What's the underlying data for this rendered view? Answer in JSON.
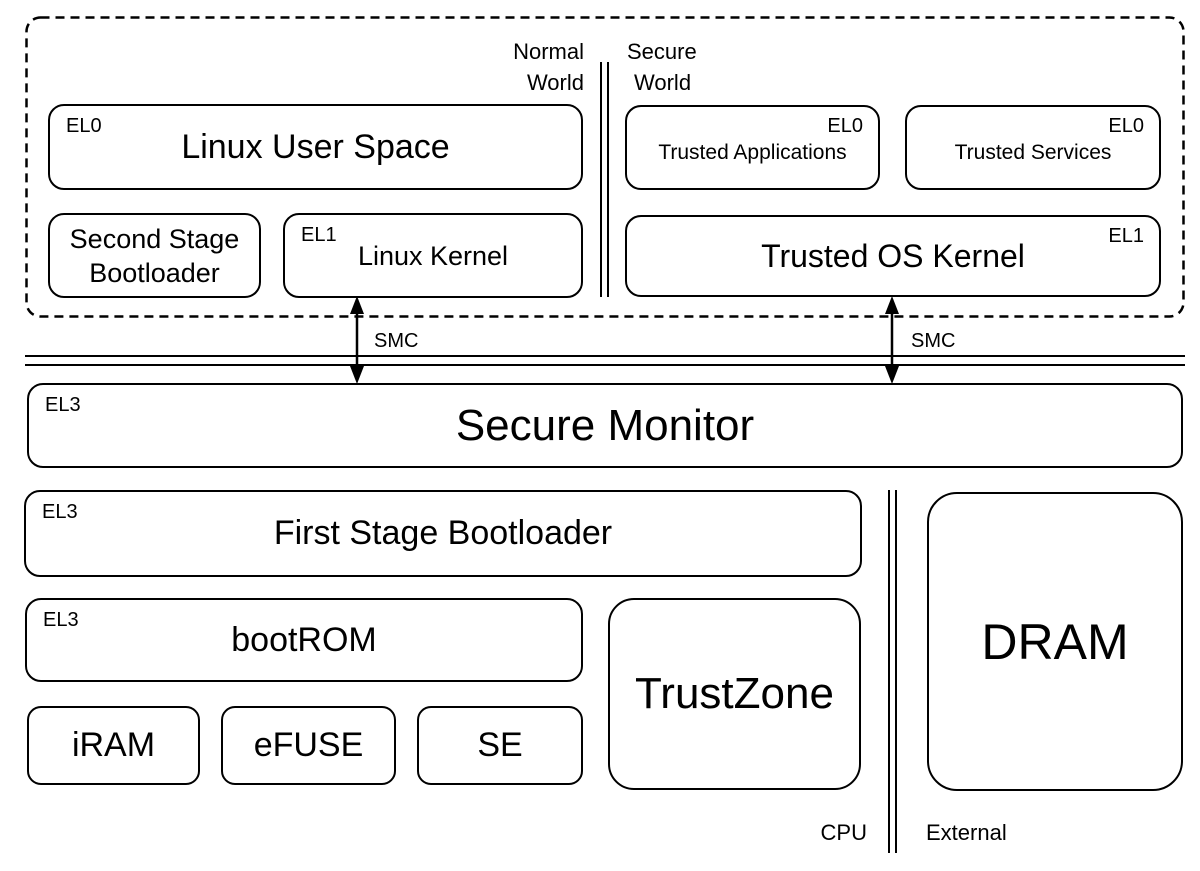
{
  "page": {
    "background": "#ffffff",
    "stroke_color": "#000000"
  },
  "worlds": {
    "normal": {
      "line1": "Normal",
      "line2": "World"
    },
    "secure": {
      "line1": "Secure",
      "line2": "World"
    }
  },
  "normal_world": {
    "linux_user_space": {
      "el": "EL0",
      "label": "Linux User Space"
    },
    "second_stage_bootloader": {
      "line1": "Second Stage",
      "line2": "Bootloader"
    },
    "linux_kernel": {
      "el": "EL1",
      "label": "Linux Kernel"
    }
  },
  "secure_world": {
    "trusted_applications": {
      "el": "EL0",
      "label": "Trusted Applications"
    },
    "trusted_services": {
      "el": "EL0",
      "label": "Trusted Services"
    },
    "trusted_os_kernel": {
      "el": "EL1",
      "label": "Trusted OS Kernel"
    }
  },
  "monitor": {
    "smc_left": "SMC",
    "smc_right": "SMC",
    "secure_monitor": {
      "el": "EL3",
      "label": "Secure Monitor"
    }
  },
  "soc": {
    "first_stage_bootloader": {
      "el": "EL3",
      "label": "First Stage Bootloader"
    },
    "bootrom": {
      "el": "EL3",
      "label": "bootROM"
    },
    "iram": {
      "label": "iRAM"
    },
    "efuse": {
      "label": "eFUSE"
    },
    "se": {
      "label": "SE"
    },
    "trustzone": {
      "label": "TrustZone"
    },
    "dram": {
      "label": "DRAM"
    },
    "cpu_label": "CPU",
    "external_label": "External"
  }
}
